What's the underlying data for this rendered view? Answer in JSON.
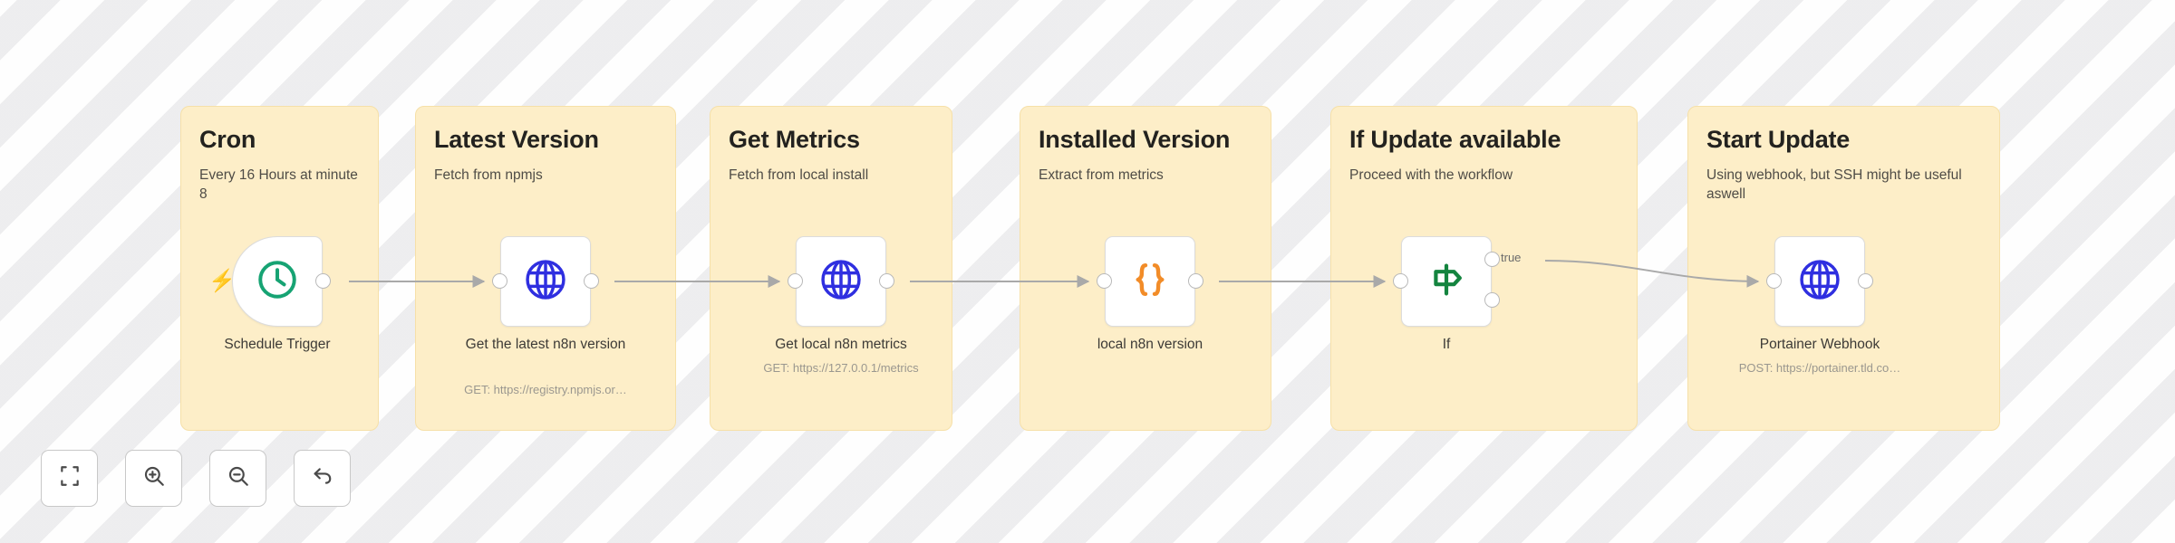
{
  "canvas": {
    "background_color": "#f5f5f5",
    "sticky_color": "#fdeec8",
    "sticky_border_color": "#f6e0a8"
  },
  "sticky_notes": [
    {
      "title": "Cron",
      "subtitle": "Every 16 Hours at minute 8"
    },
    {
      "title": "Latest Version",
      "subtitle": "Fetch from npmjs"
    },
    {
      "title": "Get Metrics",
      "subtitle": "Fetch from local install"
    },
    {
      "title": "Installed Version",
      "subtitle": "Extract from metrics"
    },
    {
      "title": "If Update available",
      "subtitle": "Proceed with the workflow"
    },
    {
      "title": "Start Update",
      "subtitle": "Using webhook, but SSH might be useful aswell"
    }
  ],
  "nodes": [
    {
      "name": "Schedule Trigger",
      "caption": "Schedule Trigger",
      "subcaption": "",
      "icon": "clock-icon",
      "icon_color": "#16a373",
      "kind": "trigger"
    },
    {
      "name": "Get the latest n8n version",
      "caption": "Get the latest n8n version",
      "subcaption": "GET: https://registry.npmjs.or…",
      "icon": "globe-icon",
      "icon_color": "#2f2fe0",
      "kind": "http"
    },
    {
      "name": "Get local n8n metrics",
      "caption": "Get local n8n metrics",
      "subcaption": "GET: https://127.0.0.1/metrics",
      "icon": "globe-icon",
      "icon_color": "#2f2fe0",
      "kind": "http"
    },
    {
      "name": "local n8n version",
      "caption": "local n8n version",
      "subcaption": "",
      "icon": "code-braces-icon",
      "icon_color": "#f28c28",
      "kind": "code"
    },
    {
      "name": "If",
      "caption": "If",
      "subcaption": "",
      "icon": "signpost-icon",
      "icon_color": "#14843f",
      "kind": "if",
      "output_labels": [
        "true",
        ""
      ]
    },
    {
      "name": "Portainer Webhook",
      "caption": "Portainer Webhook",
      "subcaption": "POST: https://portainer.tld.co…",
      "icon": "globe-icon",
      "icon_color": "#2f2fe0",
      "kind": "http"
    }
  ],
  "toolbar": {
    "buttons": [
      {
        "name": "fit-to-view-button",
        "icon": "fit-screen-icon",
        "label": "Fit to view"
      },
      {
        "name": "zoom-in-button",
        "icon": "zoom-in-icon",
        "label": "Zoom in"
      },
      {
        "name": "zoom-out-button",
        "icon": "zoom-out-icon",
        "label": "Zoom out"
      },
      {
        "name": "reset-zoom-button",
        "icon": "undo-arrow-icon",
        "label": "Reset zoom"
      }
    ]
  }
}
